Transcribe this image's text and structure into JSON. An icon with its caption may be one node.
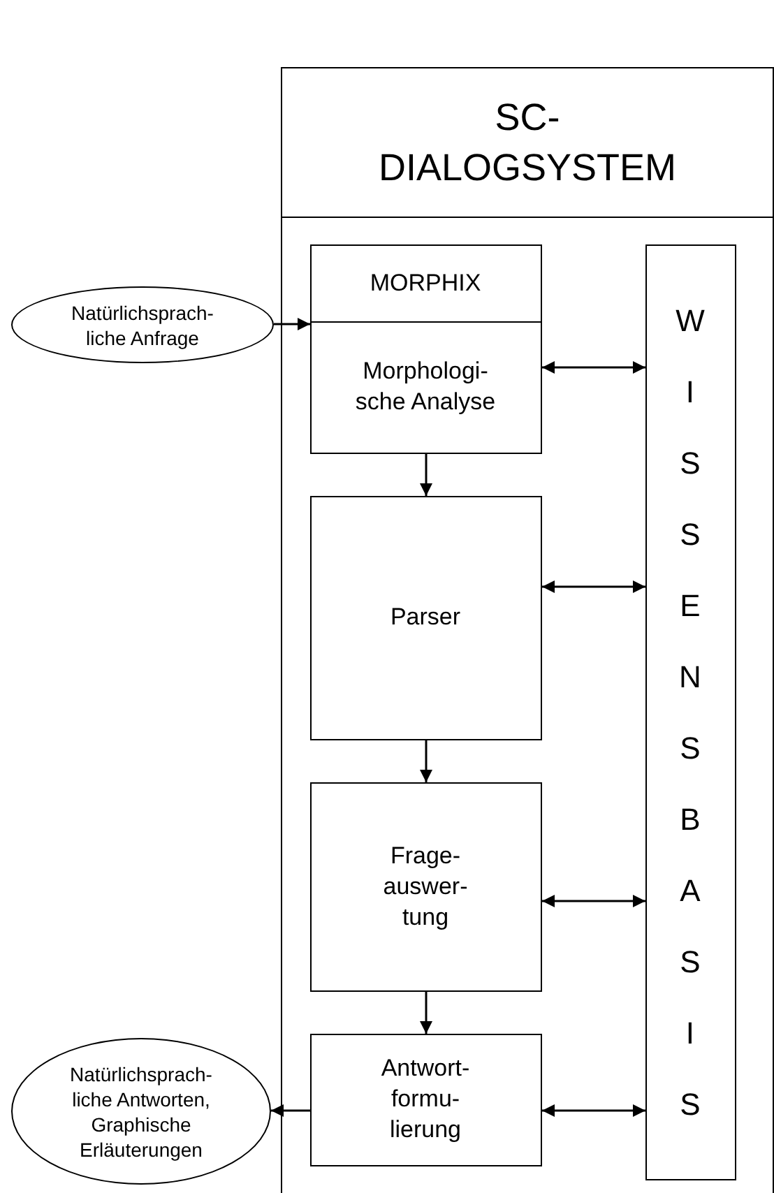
{
  "diagram": {
    "nodes": [
      {
        "text": [
          "SC- DIALOGSYSTEM"
        ]
      },
      {
        "text": [
          "MORPHIX"
        ],
        "in": 0
      },
      {
        "text": [
          "Morphologi- sche Analyse"
        ],
        "in": 0
      },
      {
        "text": [
          "Parser"
        ],
        "in": 0
      },
      {
        "text": [
          "Frage- auswer- tung"
        ],
        "in": 0
      },
      {
        "text": [
          "Antwort- formu- lierung"
        ],
        "in": 0
      },
      {
        "text": [
          "WISSENSBASIS"
        ],
        "in": 0
      },
      {
        "text": [
          "Natürlichsprach- liche Anfrage"
        ]
      },
      {
        "text": [
          "Natürlichsprach- liche Antworten, Graphische Erläuterungen"
        ]
      }
    ],
    "edges": [
      {
        "from": 7,
        "to": 2,
        "arrow": "to"
      },
      {
        "from": 2,
        "to": 6,
        "arrow": "both"
      },
      {
        "from": 2,
        "to": 3,
        "arrow": "to"
      },
      {
        "from": 3,
        "to": 6,
        "arrow": "both"
      },
      {
        "from": 3,
        "to": 4,
        "arrow": "to"
      },
      {
        "from": 4,
        "to": 6,
        "arrow": "both"
      },
      {
        "from": 4,
        "to": 5,
        "arrow": "to"
      },
      {
        "from": 5,
        "to": 6,
        "arrow": "both"
      },
      {
        "from": 5,
        "to": 8,
        "arrow": "to"
      }
    ]
  }
}
